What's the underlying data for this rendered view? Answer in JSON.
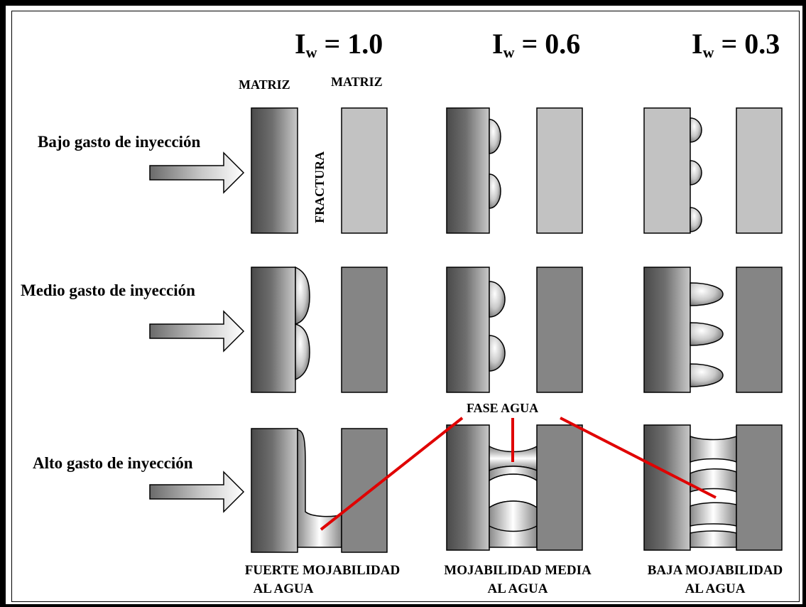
{
  "columns": [
    {
      "symbol": "I",
      "subscript": "w",
      "value": " = 1.0"
    },
    {
      "symbol": "I",
      "subscript": "w",
      "value": " = 0.6"
    },
    {
      "symbol": "I",
      "subscript": "w",
      "value": " = 0.3"
    }
  ],
  "matrix_label_left": "MATRIZ",
  "matrix_label_right": "MATRIZ",
  "fracture_label": "FRACTURA",
  "rows": [
    {
      "label": "Bajo gasto de inyección"
    },
    {
      "label": "Medio gasto de inyección"
    },
    {
      "label": "Alto gasto de inyección"
    }
  ],
  "water_phase_label": "FASE AGUA",
  "bottom_labels": [
    {
      "line1": "FUERTE MOJABILIDAD",
      "line2": "AL AGUA"
    },
    {
      "line1": "MOJABILIDAD MEDIA",
      "line2": "AL AGUA"
    },
    {
      "line1": "BAJA MOJABILIDAD",
      "line2": "AL AGUA"
    }
  ],
  "colors": {
    "pointer": "#e00000",
    "block_dark": "#666666",
    "block_light": "#c0c0c0",
    "block_medium": "#858585"
  }
}
